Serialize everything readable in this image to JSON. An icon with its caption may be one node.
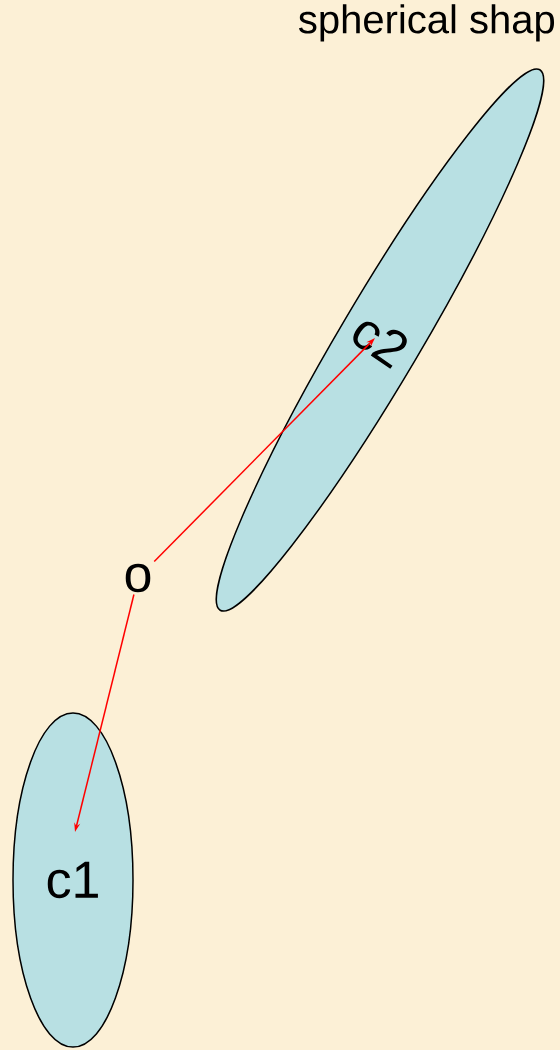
{
  "diagram": {
    "nodes": [
      {
        "text": [
          "o"
        ]
      },
      {
        "text": [
          "c1"
        ]
      },
      {
        "text": [
          "c2"
        ]
      }
    ],
    "edges": [
      {
        "from": 0,
        "to": 1,
        "arrow": "to"
      },
      {
        "from": 0,
        "to": 2,
        "arrow": "to"
      }
    ],
    "labels": [
      "spherical shap"
    ]
  }
}
